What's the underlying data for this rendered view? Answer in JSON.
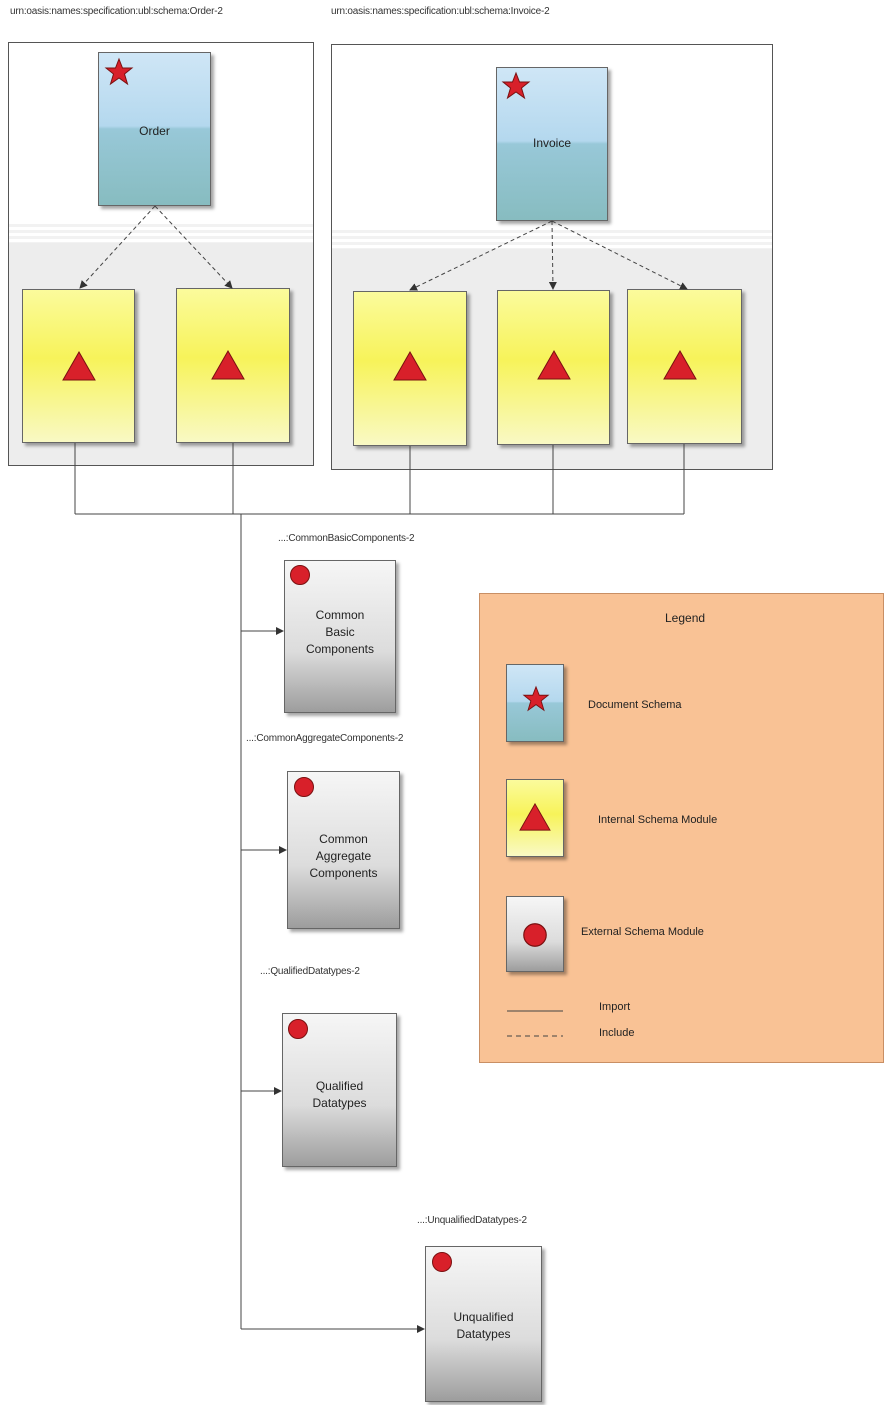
{
  "namespaces": {
    "order": "urn:oasis:names:specification:ubl:schema:Order-2",
    "invoice": "urn:oasis:names:specification:ubl:schema:Invoice-2",
    "cbc": "...:CommonBasicComponents-2",
    "cac": "...:CommonAggregateComponents-2",
    "qdt": "...:QualifiedDatatypes-2",
    "udt": "...:UnqualifiedDatatypes-2"
  },
  "documents": {
    "order": "Order",
    "invoice": "Invoice"
  },
  "external_modules": {
    "cbc_lines": [
      "Common",
      "Basic",
      "Components"
    ],
    "cac_lines": [
      "Common",
      "Aggregate",
      "Components"
    ],
    "qdt_lines": [
      "Qualified",
      "Datatypes"
    ],
    "udt_lines": [
      "Unqualified",
      "Datatypes"
    ]
  },
  "legend": {
    "title": "Legend",
    "document_schema": "Document Schema",
    "internal_module": "Internal Schema Module",
    "external_module": "External Schema Module",
    "import": "Import",
    "include": "Include"
  },
  "icons": {
    "document": "star-icon",
    "internal": "triangle-icon",
    "external": "circle-icon"
  },
  "colors": {
    "star": "#d8202a",
    "triangle": "#d8202a",
    "circle": "#d8202a",
    "legend_bg": "#f9c295"
  }
}
